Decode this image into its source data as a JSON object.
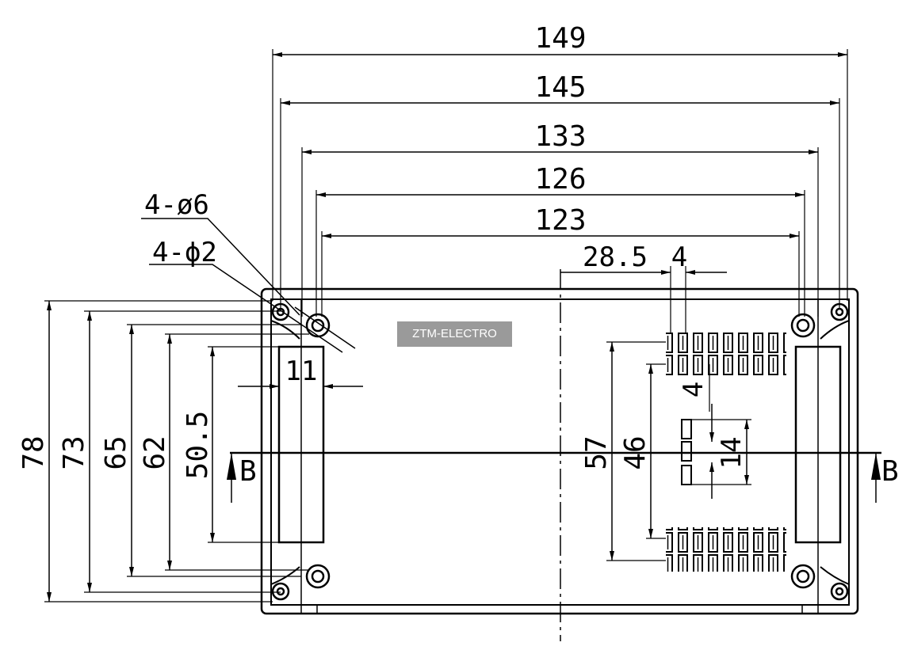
{
  "watermark": "ZTM-ELECTRO",
  "dimensions": {
    "width_149": "149",
    "width_145": "145",
    "width_133": "133",
    "width_126": "126",
    "width_123": "123",
    "offset_28_5": "28.5",
    "pin_pitch_4": "4",
    "pin_pitch_4_vertical": "4",
    "slot_width_11": "11",
    "height_78": "78",
    "height_73": "73",
    "height_65": "65",
    "height_62": "62",
    "height_50_5": "50.5",
    "height_57": "57",
    "height_46": "46",
    "pin_span_14": "14"
  },
  "callouts": {
    "holes_large": "4-ø6",
    "holes_small": "4-ϕ2"
  },
  "section": {
    "left": "B",
    "right": "B"
  }
}
